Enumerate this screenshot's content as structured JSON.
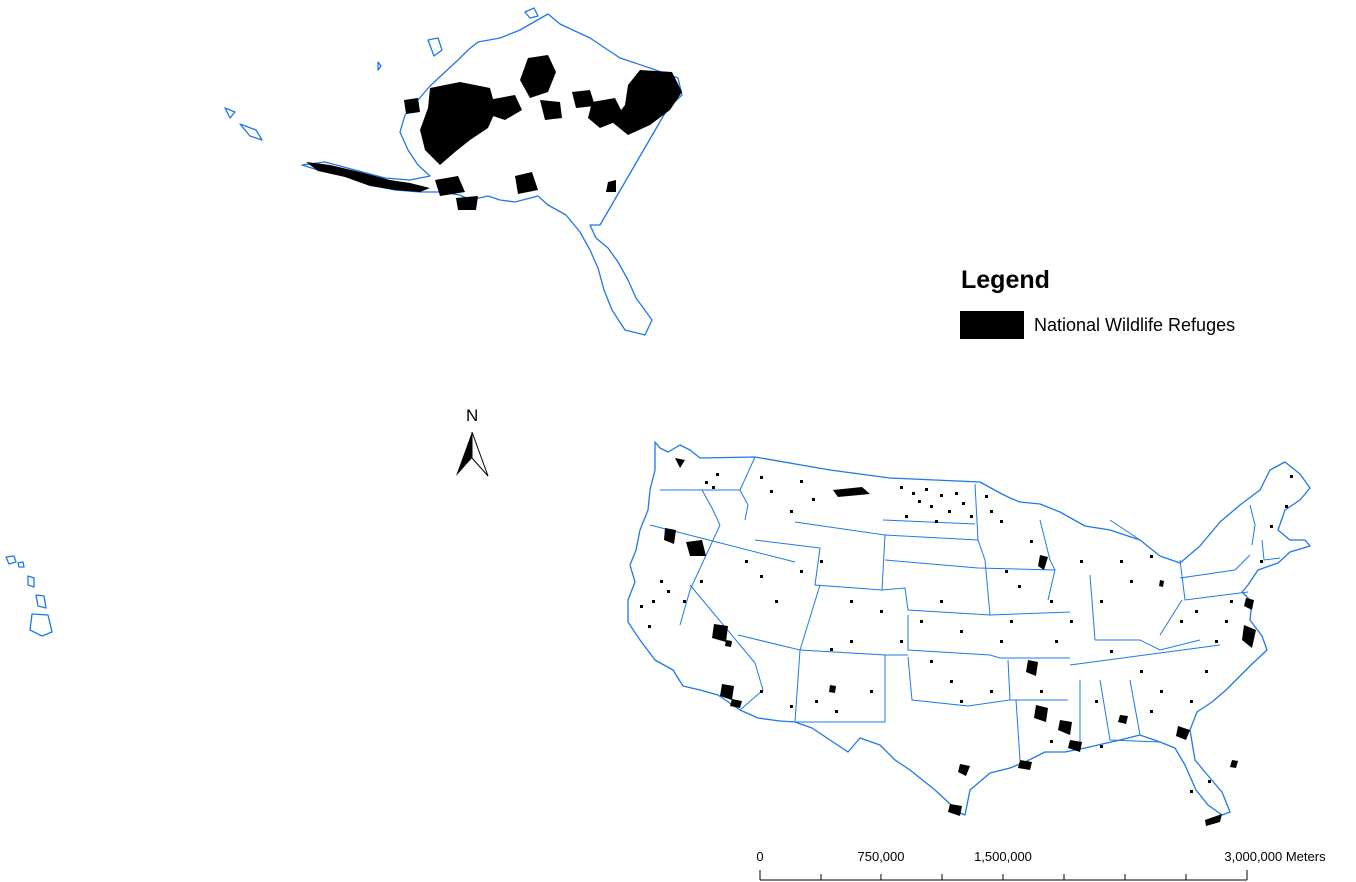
{
  "map": {
    "legend": {
      "title": "Legend",
      "items": [
        {
          "label": "National Wildlife Refuges",
          "color": "#000000"
        }
      ]
    },
    "north_arrow": {
      "label": "N"
    },
    "scale_bar": {
      "labels": [
        "0",
        "750,000",
        "1,500,000",
        "3,000,000 Meters"
      ]
    },
    "colors": {
      "boundary": "#1f78e8",
      "refuge": "#000000",
      "land": "#ffffff"
    }
  }
}
